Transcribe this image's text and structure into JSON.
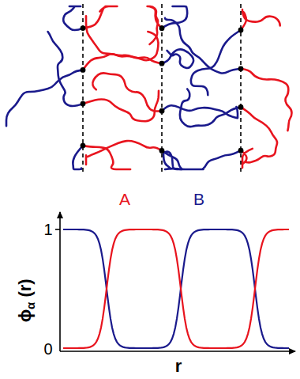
{
  "diagram": {
    "labels": [
      "A",
      "B",
      "1",
      "0",
      "ϕ",
      "α",
      "(r)",
      "r"
    ]
  }
}
